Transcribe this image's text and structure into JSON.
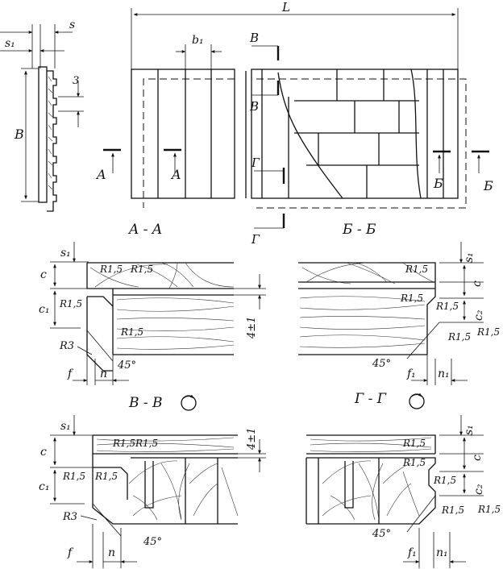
{
  "top_labels": {
    "L": "L",
    "s": "s",
    "s1": "s₁",
    "B": "B",
    "three": "3",
    "b1": "b₁",
    "sec_V": "B",
    "sec_A": "A",
    "sec_G": "Г",
    "sec_B": "Б"
  },
  "section_titles": {
    "aa": "A - A",
    "bb": "Б - Б",
    "vv": "B - B",
    "gg": "Г - Г"
  },
  "section_aa": {
    "s1": "s₁",
    "c": "c",
    "c1": "c₁",
    "r15a": "R1,5",
    "r15b": "R1,5",
    "r15c": "R1,5",
    "r15d": "R1,5",
    "r3": "R3",
    "f": "f",
    "n": "n",
    "angle": "45°",
    "gap": "4±1"
  },
  "section_bb": {
    "s1": "s₁",
    "c": "c",
    "c2": "c₂",
    "r15a": "R1,5",
    "r15b": "R1,5",
    "r15c": "R1,5",
    "r15d": "R1,5",
    "r15e": "R1,5",
    "f1": "f₁",
    "n1": "n₁",
    "angle": "45°"
  },
  "section_vv": {
    "s1": "s₁",
    "c": "c",
    "c1": "c₁",
    "r15a": "R1,5",
    "r15b": "R1,5",
    "r15c": "R1,5",
    "r15d": "R1,5",
    "r3": "R3",
    "f": "f",
    "n": "n",
    "angle": "45°",
    "gap": "4±1"
  },
  "section_gg": {
    "s1": "s₁",
    "c": "c",
    "c2": "c₂",
    "r15a": "R1,5",
    "r15b": "R1,5",
    "r15c": "R1,5",
    "r15d": "R1,5",
    "r15e": "R1,5",
    "f1": "f₁",
    "n1": "n₁",
    "angle": "45°"
  }
}
